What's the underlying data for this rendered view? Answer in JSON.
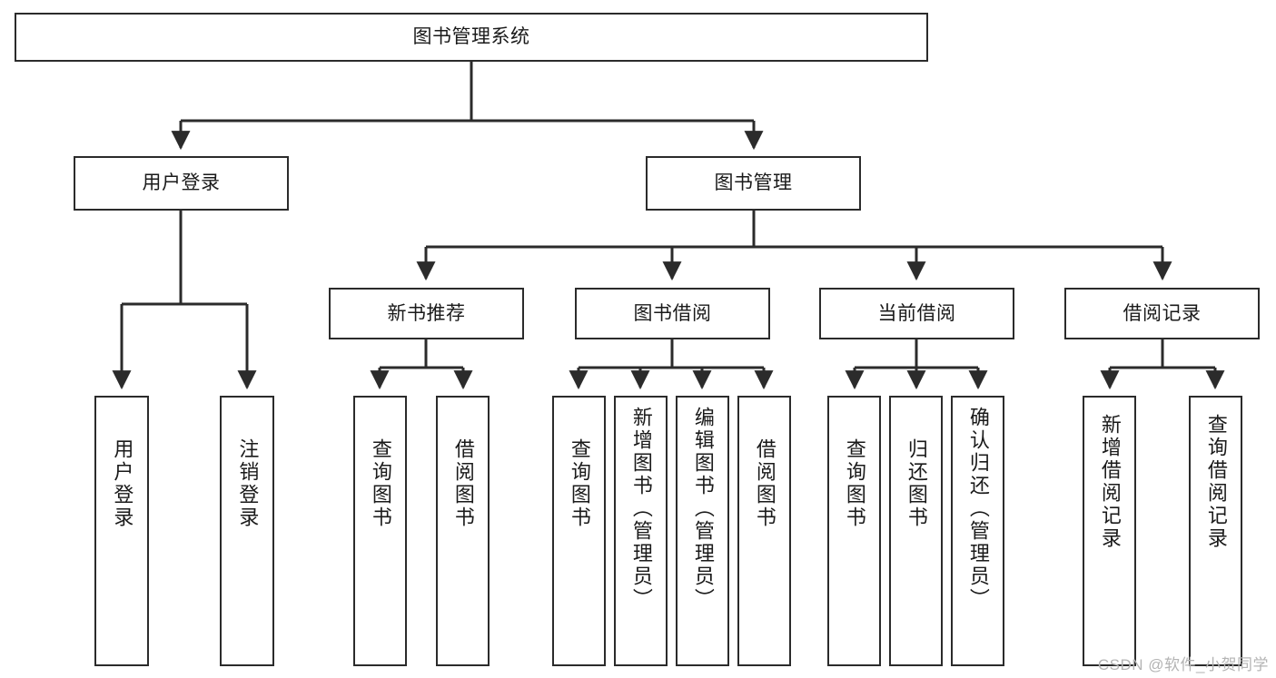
{
  "diagram": {
    "title": "图书管理系统",
    "type": "hierarchy-tree",
    "orientation": "top-down",
    "colors": {
      "box_border": "#2b2b2b",
      "box_fill": "#ffffff",
      "connector": "#2b2b2b",
      "text": "#1a1a1a",
      "watermark": "#b4b4b4"
    },
    "root": {
      "label": "图书管理系统"
    },
    "level2": [
      {
        "id": "user-login",
        "label": "用户登录"
      },
      {
        "id": "book-management",
        "label": "图书管理"
      }
    ],
    "level3": [
      {
        "id": "new-book-recommend",
        "label": "新书推荐"
      },
      {
        "id": "book-borrow",
        "label": "图书借阅"
      },
      {
        "id": "current-borrow",
        "label": "当前借阅"
      },
      {
        "id": "borrow-record",
        "label": "借阅记录"
      }
    ],
    "leaves": {
      "user_login": [
        {
          "id": "leaf-user-login",
          "label": "用户登录"
        },
        {
          "id": "leaf-logout-login",
          "label": "注销登录"
        }
      ],
      "new_book_recommend": [
        {
          "id": "leaf-query-book-1",
          "label": "查询图书"
        },
        {
          "id": "leaf-borrow-book-1",
          "label": "借阅图书"
        }
      ],
      "book_borrow": [
        {
          "id": "leaf-query-book-2",
          "label": "查询图书"
        },
        {
          "id": "leaf-add-book",
          "label": "新增图书（管理员）"
        },
        {
          "id": "leaf-edit-book",
          "label": "编辑图书（管理员）"
        },
        {
          "id": "leaf-borrow-book-2",
          "label": "借阅图书"
        }
      ],
      "current_borrow": [
        {
          "id": "leaf-query-book-3",
          "label": "查询图书"
        },
        {
          "id": "leaf-return-book",
          "label": "归还图书"
        },
        {
          "id": "leaf-confirm-return",
          "label": "确认归还（管理员）"
        }
      ],
      "borrow_record": [
        {
          "id": "leaf-add-record",
          "label": "新增借阅记录"
        },
        {
          "id": "leaf-query-record",
          "label": "查询借阅记录"
        }
      ]
    }
  },
  "watermark": {
    "text": "CSDN @软件_小贺同学"
  }
}
